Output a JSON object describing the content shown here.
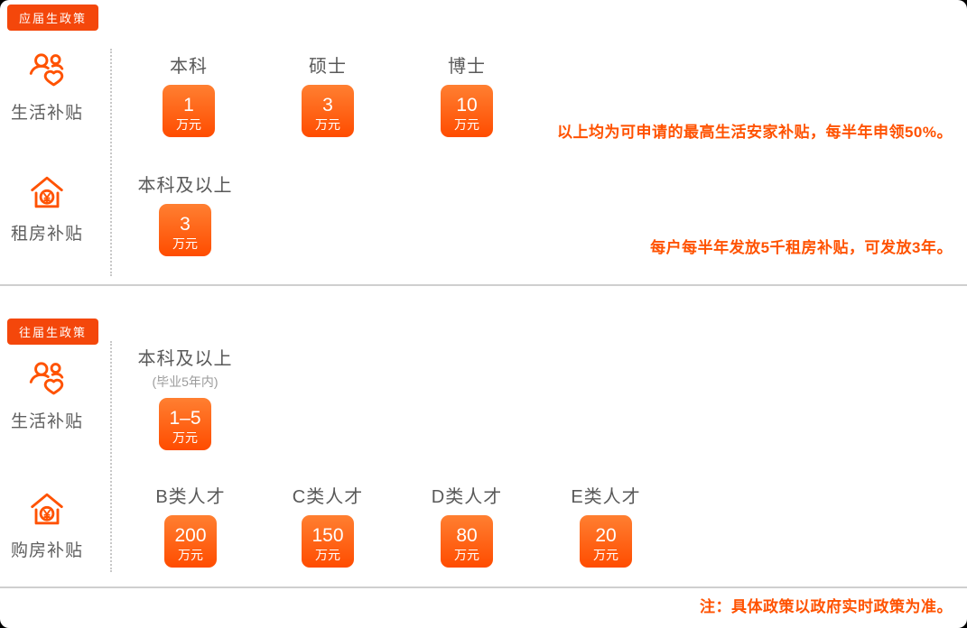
{
  "colors": {
    "accent_text": "#ff5200",
    "badge_bg": "#f4470b",
    "box_gradient_top": "#ff7f31",
    "box_gradient_bottom": "#ff4c00",
    "divider": "#cfcfcf"
  },
  "sections": [
    {
      "badge": "应届生政策",
      "rows": [
        {
          "icon": "people-heart-icon",
          "label": "生活补贴",
          "columns": [
            {
              "header": "本科",
              "value": "1",
              "unit": "万元"
            },
            {
              "header": "硕士",
              "value": "3",
              "unit": "万元"
            },
            {
              "header": "博士",
              "value": "10",
              "unit": "万元"
            }
          ],
          "note": "以上均为可申请的最高生活安家补贴，每半年申领50%。"
        },
        {
          "icon": "house-yen-icon",
          "label": "租房补贴",
          "columns": [
            {
              "header": "本科及以上",
              "value": "3",
              "unit": "万元"
            }
          ],
          "note": "每户每半年发放5千租房补贴，可发放3年。"
        }
      ]
    },
    {
      "badge": "往届生政策",
      "rows": [
        {
          "icon": "people-heart-icon",
          "label": "生活补贴",
          "columns": [
            {
              "header": "本科及以上",
              "subheader": "(毕业5年内)",
              "value": "1–5",
              "unit": "万元"
            }
          ],
          "note": ""
        },
        {
          "icon": "house-yen-icon",
          "label": "购房补贴",
          "columns": [
            {
              "header": "B类人才",
              "value": "200",
              "unit": "万元"
            },
            {
              "header": "C类人才",
              "value": "150",
              "unit": "万元"
            },
            {
              "header": "D类人才",
              "value": "80",
              "unit": "万元"
            },
            {
              "header": "E类人才",
              "value": "20",
              "unit": "万元"
            }
          ],
          "note": ""
        }
      ]
    }
  ],
  "footer": {
    "note": "注：具体政策以政府实时政策为准。"
  }
}
